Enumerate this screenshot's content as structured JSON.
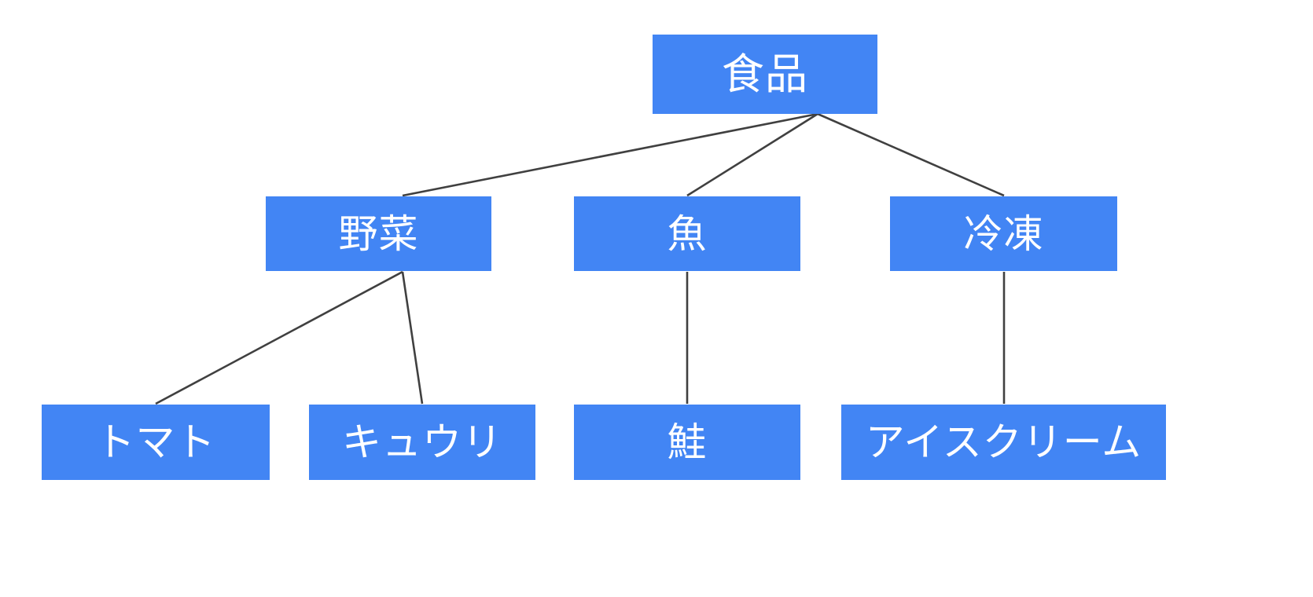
{
  "diagram": {
    "type": "tree",
    "title": "",
    "background_color": "#ffffff",
    "node_fill_color": "#4285f4",
    "node_text_color": "#ffffff",
    "edge_color": "#404040",
    "levels": 3,
    "nodes": {
      "root": {
        "id": "root",
        "label": "食品",
        "level": 1
      },
      "vegetables": {
        "id": "vegetables",
        "label": "野菜",
        "level": 2
      },
      "fish": {
        "id": "fish",
        "label": "魚",
        "level": 2
      },
      "frozen": {
        "id": "frozen",
        "label": "冷凍",
        "level": 2
      },
      "tomato": {
        "id": "tomato",
        "label": "トマト",
        "level": 3
      },
      "cucumber": {
        "id": "cucumber",
        "label": "キュウリ",
        "level": 3
      },
      "salmon": {
        "id": "salmon",
        "label": "鮭",
        "level": 3
      },
      "icecream": {
        "id": "icecream",
        "label": "アイスクリーム",
        "level": 3
      }
    },
    "edges": [
      {
        "from": "root",
        "to": "vegetables"
      },
      {
        "from": "root",
        "to": "fish"
      },
      {
        "from": "root",
        "to": "frozen"
      },
      {
        "from": "vegetables",
        "to": "tomato"
      },
      {
        "from": "vegetables",
        "to": "cucumber"
      },
      {
        "from": "fish",
        "to": "salmon"
      },
      {
        "from": "frozen",
        "to": "icecream"
      }
    ]
  }
}
